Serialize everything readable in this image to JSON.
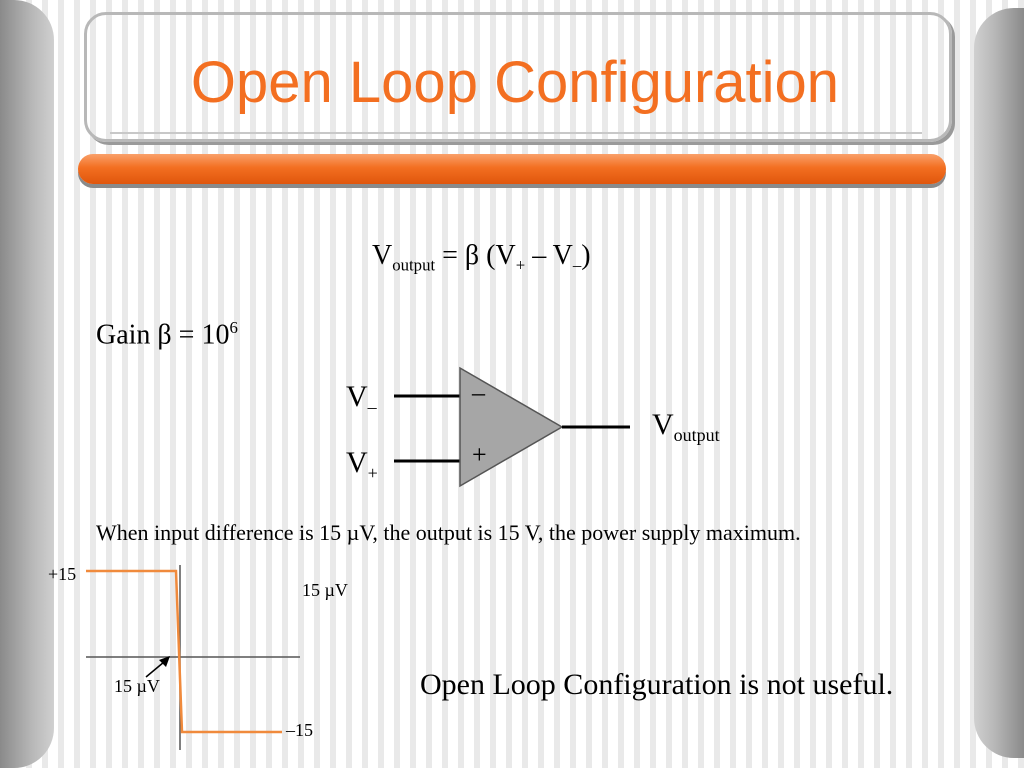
{
  "slide": {
    "title": "Open Loop Configuration",
    "formula": {
      "lhs_main": "V",
      "lhs_sub": "output",
      "eq_beta": " = β (V",
      "plus_sub": "+",
      "middle": " – V",
      "minus_sub": "–",
      "close": ")"
    },
    "gain": {
      "prefix": "Gain β = 10",
      "exponent": "6"
    },
    "opamp": {
      "input_minus_main": "V",
      "input_minus_sub": "–",
      "input_plus_main": "V",
      "input_plus_sub": "+",
      "minus_symbol": "–",
      "plus_symbol": "+",
      "output_main": "V",
      "output_sub": "output"
    },
    "statement": "When input difference is 15 µV, the output is 15 V, the power supply maximum.",
    "graph": {
      "pos_label": "+15",
      "neg_label": "–15",
      "width_label_top": "15 µV",
      "width_label_bottom": "15 µV"
    },
    "conclusion": "Open Loop Configuration is not useful."
  },
  "colors": {
    "accent": "#f36f21",
    "opamp_fill": "#a6a6a6",
    "curve": "#f08a3c"
  }
}
